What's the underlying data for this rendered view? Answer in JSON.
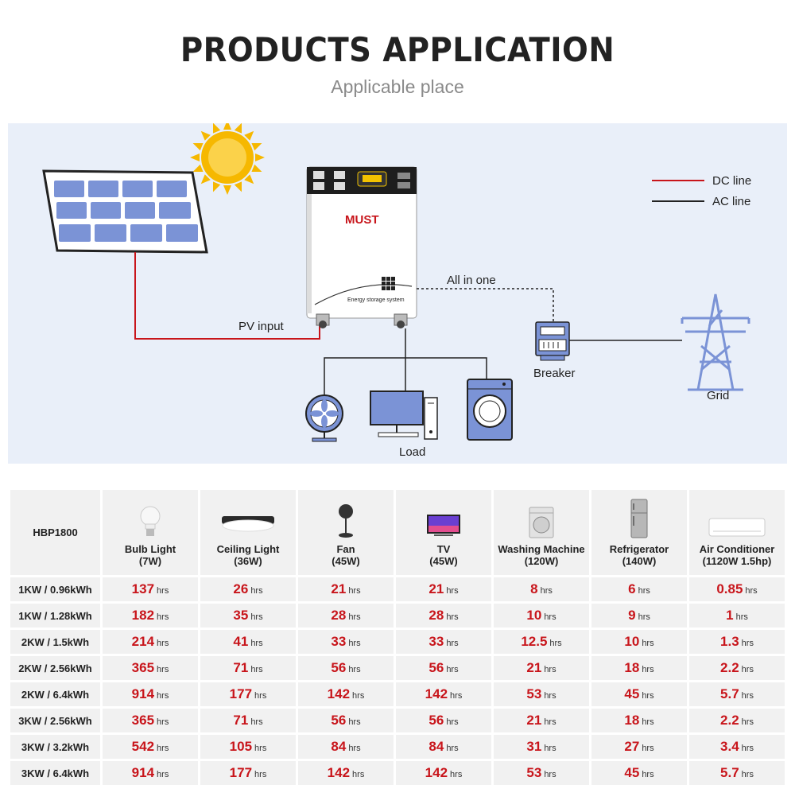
{
  "header": {
    "title": "PRODUCTS APPLICATION",
    "subtitle": "Applicable place"
  },
  "diagram": {
    "legend": {
      "dc": "DC line",
      "ac": "AC line"
    },
    "pv_input": "PV input",
    "all_in_one": "All in one",
    "breaker": "Breaker",
    "grid": "Grid",
    "load": "Load",
    "brand": "MUST",
    "unit_caption": "Energy storage system",
    "colors": {
      "dc": "#c8151b",
      "ac": "#222222",
      "panel": "#7b93d6",
      "background": "#e9eff9",
      "sun": "#f6b800"
    }
  },
  "table": {
    "model": "HBP1800",
    "unit": "hrs",
    "appliances": [
      {
        "name": "Bulb Light",
        "power": "(7W)",
        "icon": "bulb-icon"
      },
      {
        "name": "Ceiling Light",
        "power": "(36W)",
        "icon": "ceiling-light-icon"
      },
      {
        "name": "Fan",
        "power": "(45W)",
        "icon": "fan-icon"
      },
      {
        "name": "TV",
        "power": "(45W)",
        "icon": "tv-icon"
      },
      {
        "name": "Washing Machine",
        "power": "(120W)",
        "icon": "washing-machine-icon"
      },
      {
        "name": "Refrigerator",
        "power": "(140W)",
        "icon": "refrigerator-icon"
      },
      {
        "name": "Air Conditioner",
        "power": "(1120W 1.5hp)",
        "icon": "air-conditioner-icon"
      }
    ],
    "rows": [
      {
        "label": "1KW / 0.96kWh",
        "values": [
          "137",
          "26",
          "21",
          "21",
          "8",
          "6",
          "0.85"
        ]
      },
      {
        "label": "1KW / 1.28kWh",
        "values": [
          "182",
          "35",
          "28",
          "28",
          "10",
          "9",
          "1"
        ]
      },
      {
        "label": "2KW / 1.5kWh",
        "values": [
          "214",
          "41",
          "33",
          "33",
          "12.5",
          "10",
          "1.3"
        ]
      },
      {
        "label": "2KW / 2.56kWh",
        "values": [
          "365",
          "71",
          "56",
          "56",
          "21",
          "18",
          "2.2"
        ]
      },
      {
        "label": "2KW / 6.4kWh",
        "values": [
          "914",
          "177",
          "142",
          "142",
          "53",
          "45",
          "5.7"
        ]
      },
      {
        "label": "3KW / 2.56kWh",
        "values": [
          "365",
          "71",
          "56",
          "56",
          "21",
          "18",
          "2.2"
        ]
      },
      {
        "label": "3KW / 3.2kWh",
        "values": [
          "542",
          "105",
          "84",
          "84",
          "31",
          "27",
          "3.4"
        ]
      },
      {
        "label": "3KW / 6.4kWh",
        "values": [
          "914",
          "177",
          "142",
          "142",
          "53",
          "45",
          "5.7"
        ]
      }
    ]
  }
}
